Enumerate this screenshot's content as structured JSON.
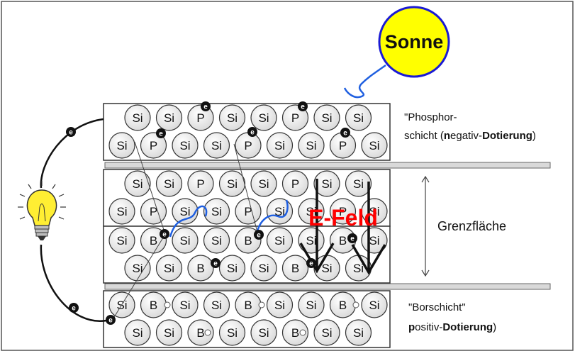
{
  "sun": {
    "label": "Sonne"
  },
  "layers": {
    "n_layer": {
      "rows": [
        [
          "Si",
          "Si",
          "P",
          "Si",
          "Si",
          "P",
          "Si",
          "Si"
        ],
        [
          "Si",
          "P",
          "Si",
          "Si",
          "P",
          "Si",
          "Si",
          "P",
          "Si"
        ]
      ],
      "label_line1": "\"Phosphor-",
      "label_line2_pre": "schicht (",
      "label_line2_bold1": "n",
      "label_line2_mid": "egativ-",
      "label_line2_bold2": "Dotierung",
      "label_line2_post": ")"
    },
    "junction_upper": {
      "rows": [
        [
          "Si",
          "Si",
          "P",
          "Si",
          "Si",
          "P",
          "Si",
          "Si"
        ],
        [
          "Si",
          "P",
          "Si",
          "Si",
          "P",
          "Si",
          "Si",
          "P",
          "Si"
        ]
      ]
    },
    "junction_lower": {
      "rows": [
        [
          "Si",
          "B",
          "Si",
          "Si",
          "B",
          "Si",
          "Si",
          "B",
          "Si"
        ],
        [
          "Si",
          "Si",
          "B",
          "Si",
          "Si",
          "B",
          "Si",
          "Si"
        ]
      ]
    },
    "p_layer": {
      "rows": [
        [
          "Si",
          "B",
          "Si",
          "Si",
          "B",
          "Si",
          "Si",
          "B",
          "Si"
        ],
        [
          "Si",
          "Si",
          "B",
          "Si",
          "Si",
          "B",
          "Si",
          "Si"
        ]
      ],
      "label_line1": "\"Borschicht\"",
      "label_line2_bold1": "p",
      "label_line2_mid": "ositiv-",
      "label_line2_bold2": "Dotierung",
      "label_line2_post": ")"
    }
  },
  "junction_label": "Grenzfläche",
  "field_label": "E-Feld",
  "electron_symbol": "e",
  "colors": {
    "sun_fill": "#ffff00",
    "sun_stroke": "#1a1ad4",
    "photon_wave": "#1f5fe0",
    "field_text": "#ff0000",
    "atom_fill": "#e8e8e8",
    "layer_fill": "#ffffff",
    "bulb_glass": "#ffee33",
    "bulb_base": "#bdbdbd"
  }
}
